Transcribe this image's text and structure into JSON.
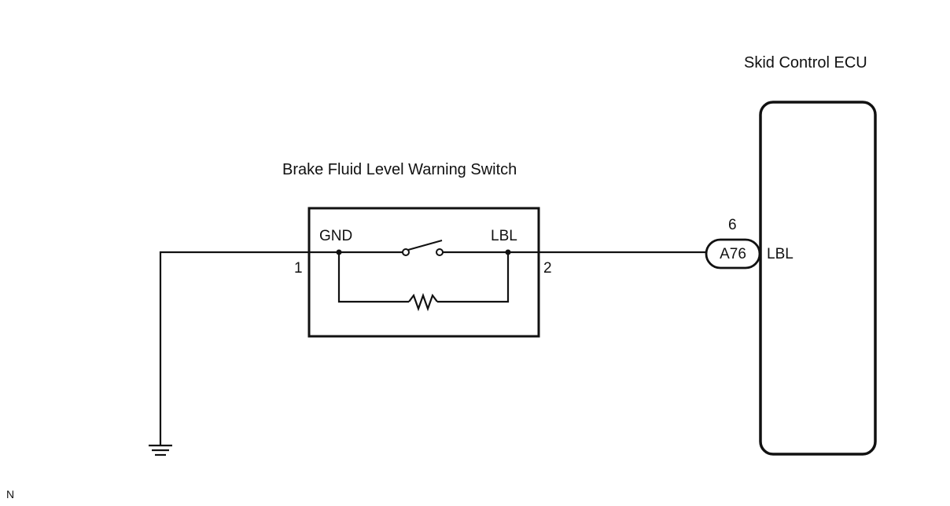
{
  "ecu": {
    "title": "Skid Control ECU",
    "pin_label": "LBL"
  },
  "connector": {
    "code": "A76",
    "pin_number": "6"
  },
  "switch": {
    "title": "Brake Fluid Level Warning Switch",
    "terminal_left_label": "GND",
    "terminal_right_label": "LBL",
    "pin_left": "1",
    "pin_right": "2"
  },
  "corner_mark": "N",
  "colors": {
    "line": "#111111",
    "background": "#ffffff"
  }
}
